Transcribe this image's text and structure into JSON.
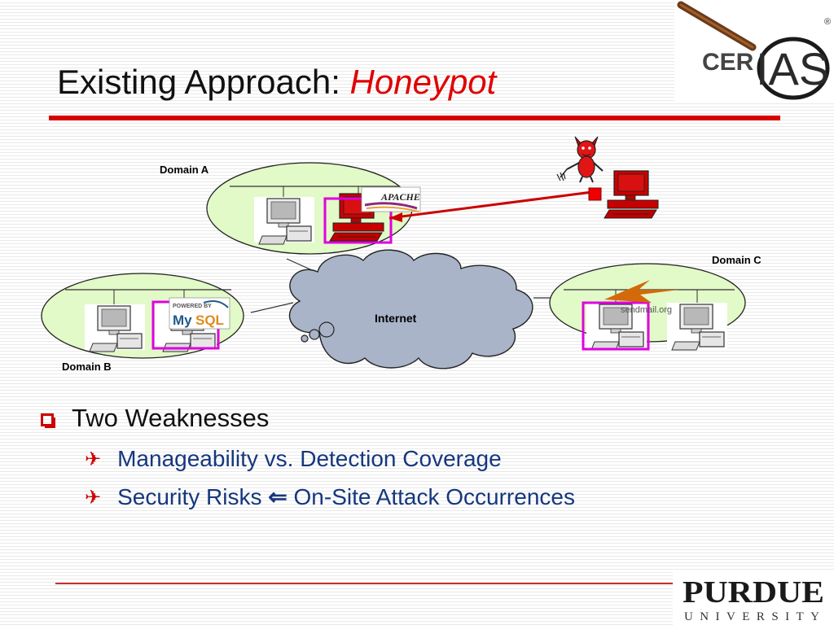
{
  "title": {
    "main": "Existing Approach:",
    "emphasis": "Honeypot"
  },
  "diagram": {
    "domain_a_label": "Domain A",
    "domain_b_label": "Domain B",
    "domain_c_label": "Domain C",
    "internet_label": "Internet",
    "apache_badge": "APACHE",
    "mysql_badge_powered": "POWERED BY",
    "mysql_badge_my": "My",
    "mysql_badge_sql": "SQL",
    "sendmail_badge": "sendmail.org"
  },
  "bullets": {
    "main": "Two Weaknesses",
    "sub1": "Manageability vs. Detection Coverage",
    "sub2_prefix": "Security Risks",
    "sub2_arrow": "⇐",
    "sub2_suffix": "On-Site Attack Occurrences"
  },
  "logos": {
    "cerias_cer": "CER",
    "cerias_ias": "IAS",
    "cerias_registered": "®",
    "purdue_name": "PURDUE",
    "purdue_university": "UNIVERSITY"
  },
  "colors": {
    "title_emphasis": "#e00000",
    "title_rule": "#d60000",
    "bullet_marker": "#cc0000",
    "sub_bullet_text": "#16377e",
    "domain_fill": "#e2f9c8",
    "cloud_fill": "#a9b4c8",
    "honeypot_highlight": "#e000e0",
    "attack_line": "#cc0000"
  }
}
